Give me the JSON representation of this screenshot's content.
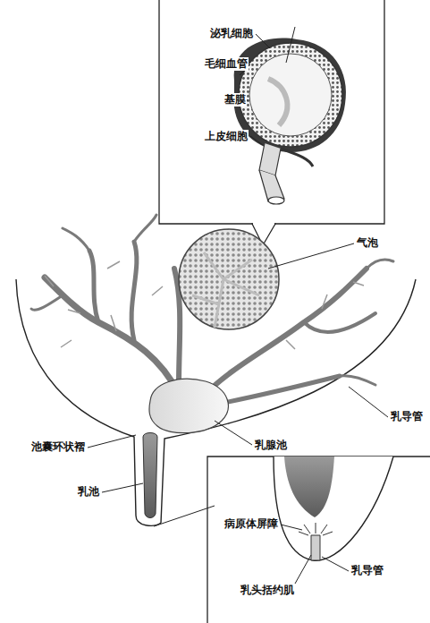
{
  "diagram": {
    "labels": [
      "泌乳细胞",
      "毛细血管",
      "基膜",
      "上皮细胞",
      "气泡",
      "乳导管",
      "池囊环状褶",
      "乳腺池",
      "乳池",
      "病原体屏障",
      "乳头括约肌",
      "乳导管"
    ]
  }
}
